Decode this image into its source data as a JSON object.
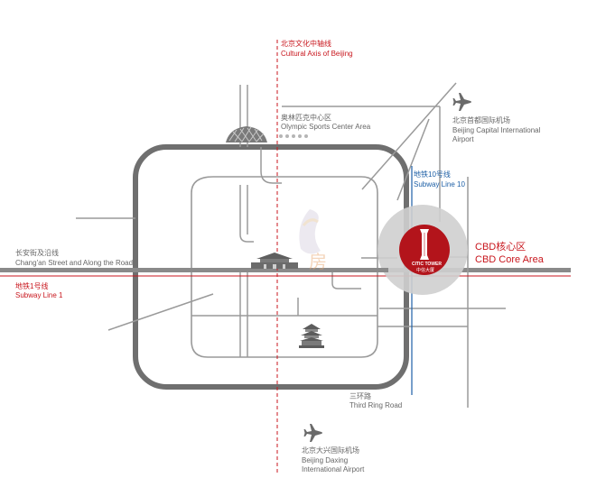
{
  "axis": {
    "zh": "北京文化中轴线",
    "en": "Cultural Axis of Beijing"
  },
  "olympic": {
    "zh": "奥林匹克中心区",
    "en": "Olympic Sports Center Area"
  },
  "capital_airport": {
    "zh": "北京首都国际机场",
    "en1": "Beijing Capital International",
    "en2": "Airport"
  },
  "subway10": {
    "zh": "地铁10号线",
    "en": "Subway Line 10"
  },
  "changan": {
    "zh": "长安街及沿线",
    "en": "Chang'an Street and Along the Road"
  },
  "subway1": {
    "zh": "地铁1号线",
    "en": "Subway Line 1"
  },
  "cbd": {
    "zh": "CBD核心区",
    "en": "CBD Core Area"
  },
  "tower": {
    "en": "CITIC TOWER",
    "zh": "中信大厦"
  },
  "third_ring": {
    "zh": "三环路",
    "en": "Third Ring Road"
  },
  "daxing_airport": {
    "zh": "北京大兴国际机场",
    "en1": "Beijing Daxing",
    "en2": "International Airport"
  },
  "watermark": {
    "text": "房"
  },
  "colors": {
    "road": "#8c8c8c",
    "ring": "#6f6f6f",
    "axis": "#c8161d",
    "subway10": "#1d5fa6",
    "cbd_circle": "#cfcfcf",
    "tower_circle": "#b3141b"
  },
  "icons": [
    "airplane-icon",
    "airplane-icon",
    "bird-nest-icon",
    "tiananmen-gate-icon",
    "temple-of-heaven-icon",
    "citic-tower-icon"
  ]
}
